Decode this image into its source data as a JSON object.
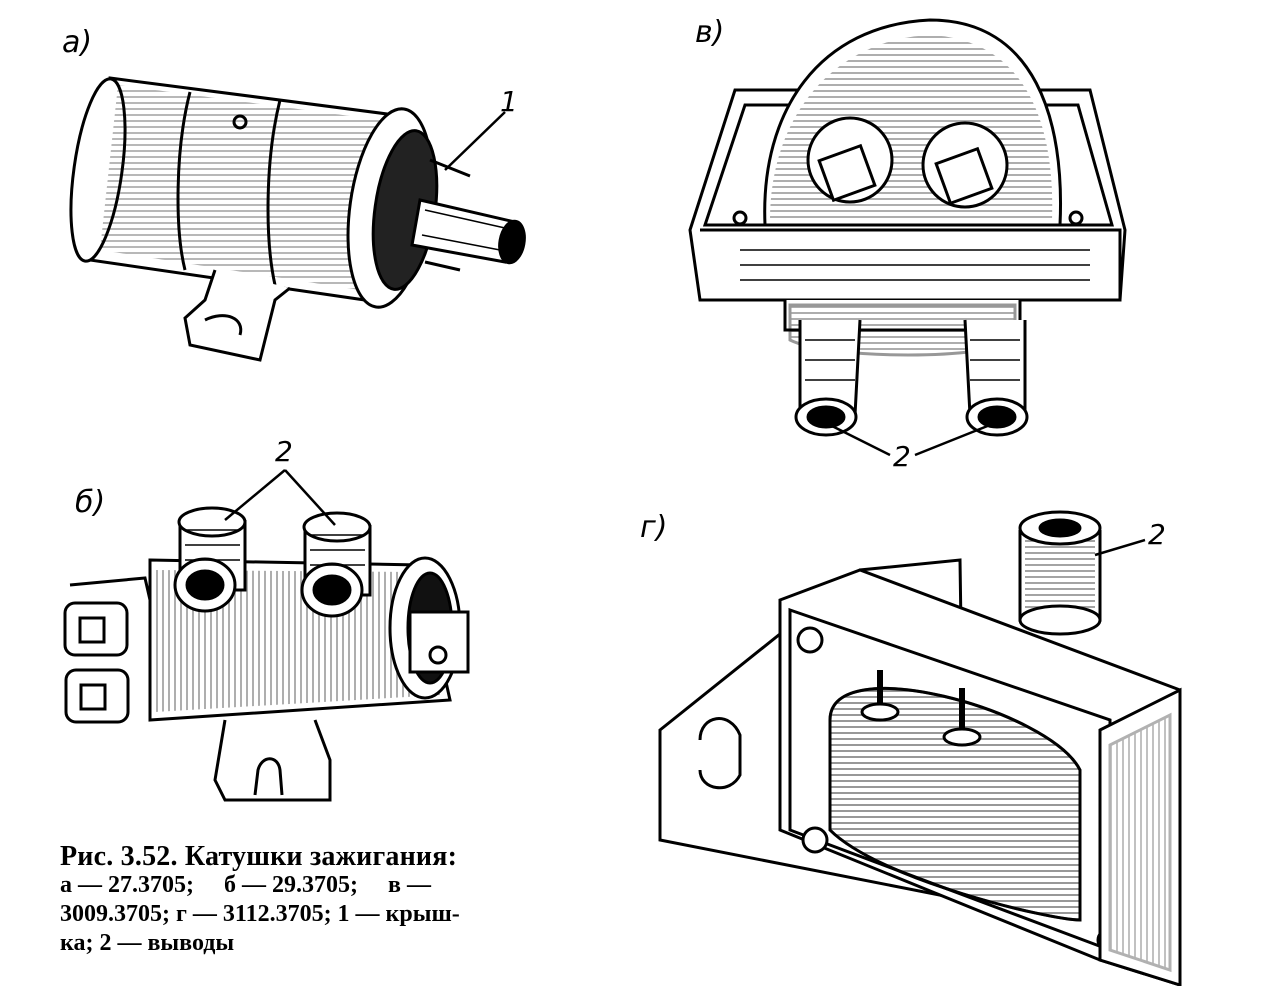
{
  "panels": {
    "a": "а)",
    "b": "б)",
    "v": "в)",
    "g": "г)"
  },
  "callouts": {
    "a_1": "1",
    "b_2": "2",
    "v_2": "2",
    "g_2": "2"
  },
  "caption": {
    "title": "Рис. 3.52. Катушки зажигания:",
    "line1": "а — 27.3705;     б — 29.3705;     в —",
    "line2": "3009.3705; г — 3112.3705; 1 — крыш-",
    "line3": "ка; 2 — выводы"
  }
}
